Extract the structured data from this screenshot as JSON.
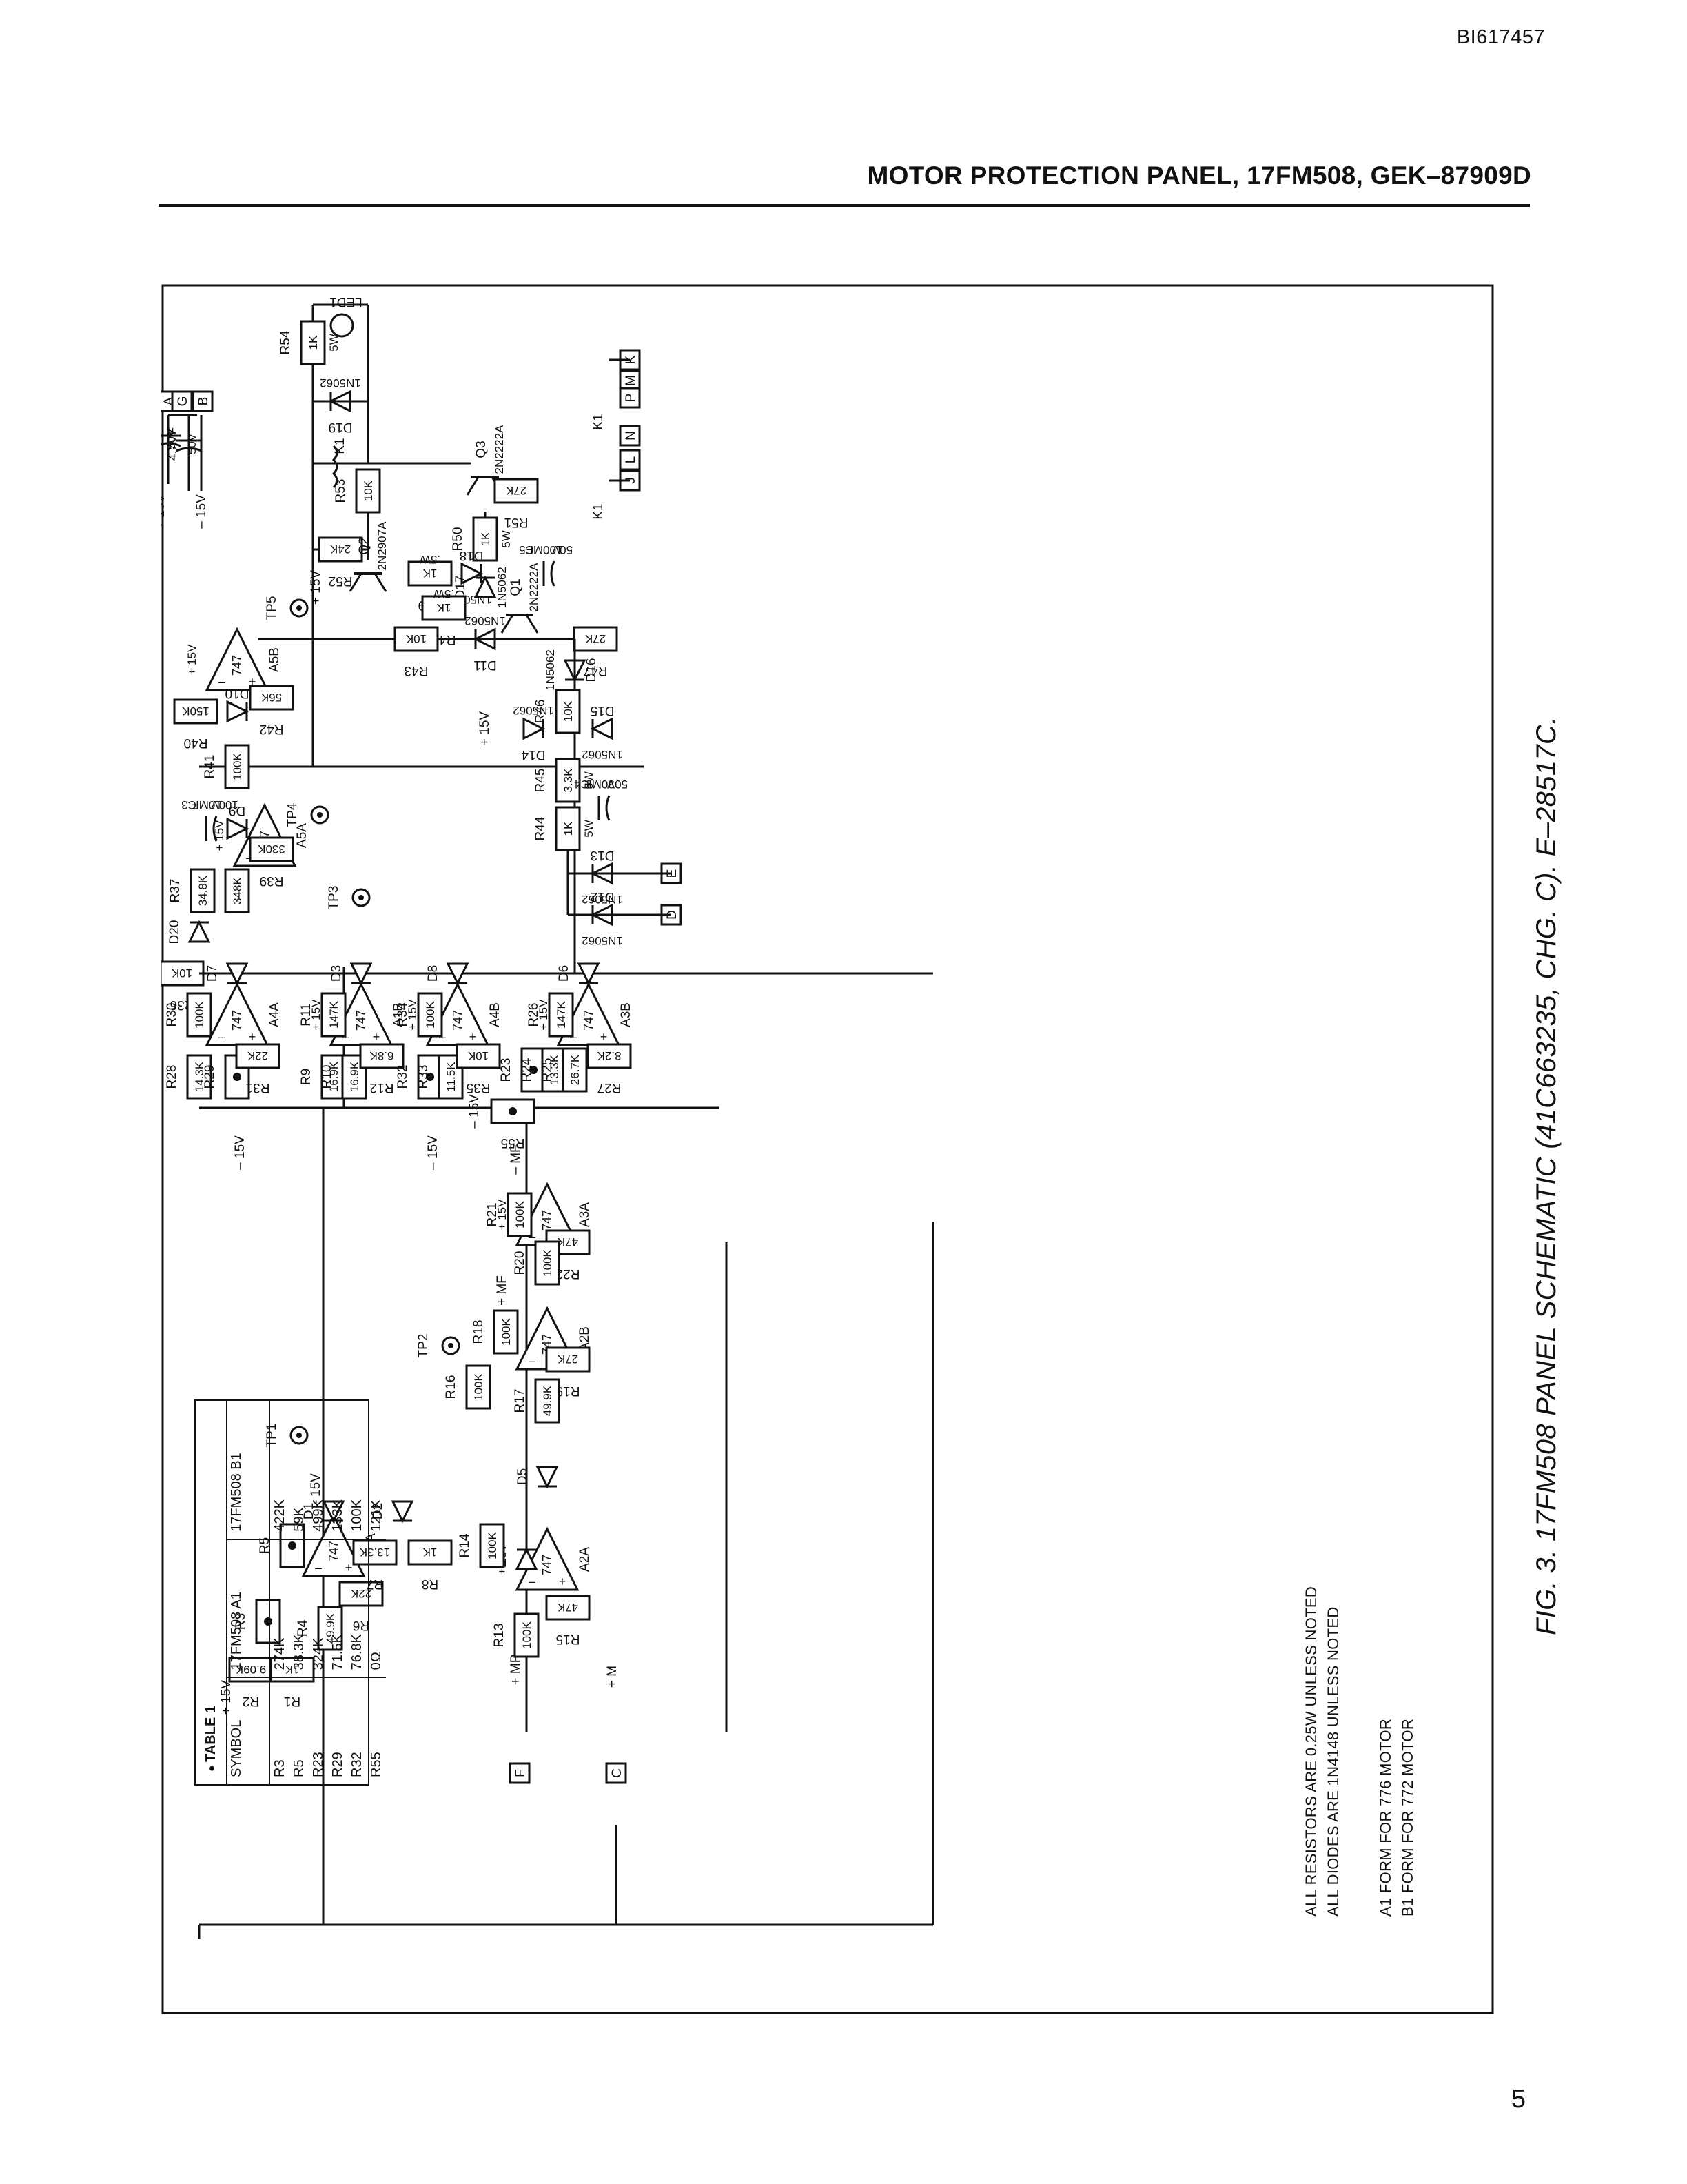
{
  "doc_id": "BI617457",
  "header_title": "MOTOR PROTECTION PANEL, 17FM508, GEK–87909D",
  "page_number": "5",
  "figure_caption": "FIG. 3. 17FM508 PANEL SCHEMATIC (41C663235, CHG. C). E–28517C.",
  "notes": {
    "resistors": "ALL RESISTORS ARE 0.25W UNLESS NOTED",
    "diodes": "ALL DIODES ARE 1N4148 UNLESS NOTED",
    "a1_form": "A1 FORM FOR 776 MOTOR",
    "b1_form": "B1 FORM FOR 772 MOTOR"
  },
  "table1": {
    "title": "TABLE 1",
    "columns": [
      "SYMBOL",
      "17FM508 A1",
      "17FM508 B1"
    ],
    "rows": [
      [
        "R3",
        "274K",
        "422K"
      ],
      [
        "R5",
        "38.3K",
        "59K"
      ],
      [
        "R23",
        "324K",
        "499K"
      ],
      [
        "R29",
        "71.5K",
        "133K"
      ],
      [
        "R32",
        "76.8K",
        "100K"
      ],
      [
        "R55",
        "0Ω",
        "121K"
      ]
    ]
  },
  "terminals": [
    "A",
    "G",
    "B",
    "K",
    "M",
    "P",
    "N",
    "L",
    "J",
    "E",
    "D",
    "F",
    "C"
  ],
  "supply_labels": {
    "pos": "+ 15V",
    "neg": "– 15V",
    "pos_mf": "+ MF",
    "neg_mf": "– MF",
    "pos_mp": "+ MP",
    "pos_m": "+ M"
  },
  "test_points": [
    "TP1",
    "TP2",
    "TP3",
    "TP4",
    "TP5"
  ],
  "opamps": [
    {
      "name": "A1A",
      "type": "747"
    },
    {
      "name": "A1B",
      "type": "747"
    },
    {
      "name": "A2A",
      "type": "747"
    },
    {
      "name": "A2B",
      "type": "747"
    },
    {
      "name": "A3A",
      "type": "747"
    },
    {
      "name": "A3B",
      "type": "747"
    },
    {
      "name": "A4A",
      "type": "747"
    },
    {
      "name": "A4B",
      "type": "747"
    },
    {
      "name": "A5A",
      "type": "747"
    },
    {
      "name": "A5B",
      "type": "747"
    }
  ],
  "resistors": [
    {
      "ref": "R1",
      "value": "1K"
    },
    {
      "ref": "R2",
      "value": "9.09K"
    },
    {
      "ref": "R4",
      "value": "49.9K"
    },
    {
      "ref": "R6",
      "value": "22K"
    },
    {
      "ref": "R7",
      "value": "13.3K"
    },
    {
      "ref": "R8",
      "value": "1K"
    },
    {
      "ref": "R9",
      "value": "16.9K"
    },
    {
      "ref": "R10",
      "value": "16.9K"
    },
    {
      "ref": "R11",
      "value": "147K"
    },
    {
      "ref": "R12",
      "value": "6.8K"
    },
    {
      "ref": "R13",
      "value": "100K"
    },
    {
      "ref": "R14",
      "value": "100K"
    },
    {
      "ref": "R15",
      "value": "47K"
    },
    {
      "ref": "R16",
      "value": "100K"
    },
    {
      "ref": "R17",
      "value": "49.9K"
    },
    {
      "ref": "R18",
      "value": "100K"
    },
    {
      "ref": "R19",
      "value": "27K"
    },
    {
      "ref": "R20",
      "value": "100K"
    },
    {
      "ref": "R21",
      "value": "100K"
    },
    {
      "ref": "R22",
      "value": "47K"
    },
    {
      "ref": "R24",
      "value": "13.3K"
    },
    {
      "ref": "R25",
      "value": "26.7K"
    },
    {
      "ref": "R26",
      "value": "147K"
    },
    {
      "ref": "R27",
      "value": "8.2K"
    },
    {
      "ref": "R28",
      "value": "14.3K"
    },
    {
      "ref": "R30",
      "value": "100K"
    },
    {
      "ref": "R31",
      "value": "22K"
    },
    {
      "ref": "R33",
      "value": "11.5K"
    },
    {
      "ref": "R34",
      "value": "100K"
    },
    {
      "ref": "R35",
      "value": "10K"
    },
    {
      "ref": "R36",
      "value": "10K"
    },
    {
      "ref": "R37",
      "value": "34.8K"
    },
    {
      "ref": "R38",
      "value": "348K"
    },
    {
      "ref": "R39",
      "value": "330K"
    },
    {
      "ref": "R40",
      "value": "150K"
    },
    {
      "ref": "R41",
      "value": "100K"
    },
    {
      "ref": "R42",
      "value": "56K"
    },
    {
      "ref": "R43",
      "value": "10K"
    },
    {
      "ref": "R44",
      "value": "1K",
      "power": "5W"
    },
    {
      "ref": "R45",
      "value": "3.3K",
      "power": "5W"
    },
    {
      "ref": "R46",
      "value": "10K"
    },
    {
      "ref": "R47",
      "value": "27K"
    },
    {
      "ref": "R48",
      "value": "1K",
      "power": ".5W"
    },
    {
      "ref": "R49",
      "value": "1K",
      "power": ".5W"
    },
    {
      "ref": "R50",
      "value": "1K",
      "power": "5W"
    },
    {
      "ref": "R51",
      "value": "27K"
    },
    {
      "ref": "R52",
      "value": "24K"
    },
    {
      "ref": "R53",
      "value": "10K"
    },
    {
      "ref": "R54",
      "value": "1K",
      "power": "5W"
    }
  ],
  "table_resistors": [
    "R3",
    "R5",
    "R23",
    "R29",
    "R32",
    "R55"
  ],
  "diodes": [
    {
      "ref": "D1"
    },
    {
      "ref": "D2"
    },
    {
      "ref": "D3"
    },
    {
      "ref": "D4"
    },
    {
      "ref": "D5"
    },
    {
      "ref": "D6"
    },
    {
      "ref": "D7"
    },
    {
      "ref": "D8"
    },
    {
      "ref": "D9"
    },
    {
      "ref": "D10"
    },
    {
      "ref": "D11",
      "part": "1N5062"
    },
    {
      "ref": "D12",
      "part": "1N5062"
    },
    {
      "ref": "D13",
      "part": "1N5062"
    },
    {
      "ref": "D14",
      "part": "1N5062"
    },
    {
      "ref": "D15",
      "part": "1N5062"
    },
    {
      "ref": "D16",
      "part": "1N5062"
    },
    {
      "ref": "D17",
      "part": "1N5062"
    },
    {
      "ref": "D18",
      "part": "1N5062"
    },
    {
      "ref": "D19",
      "part": "1N5062"
    },
    {
      "ref": "D20"
    }
  ],
  "capacitors": [
    {
      "ref": "C1",
      "value": "4.7MF",
      "voltage": "50V"
    },
    {
      "ref": "C2",
      "value": "4.7MF",
      "voltage": "50V"
    },
    {
      "ref": "C3",
      "value": "10MF",
      "voltage": "100V"
    },
    {
      "ref": "C4",
      "value": "30MF",
      "voltage": "50V"
    },
    {
      "ref": "C5",
      "value": "100MF",
      "voltage": "50V"
    }
  ],
  "transistors": [
    {
      "ref": "Q1",
      "part": "2N2222A"
    },
    {
      "ref": "Q2",
      "part": "2N2907A"
    },
    {
      "ref": "Q3",
      "part": "2N2222A"
    }
  ],
  "relay": {
    "ref": "K1"
  },
  "led": {
    "ref": "LED1"
  }
}
